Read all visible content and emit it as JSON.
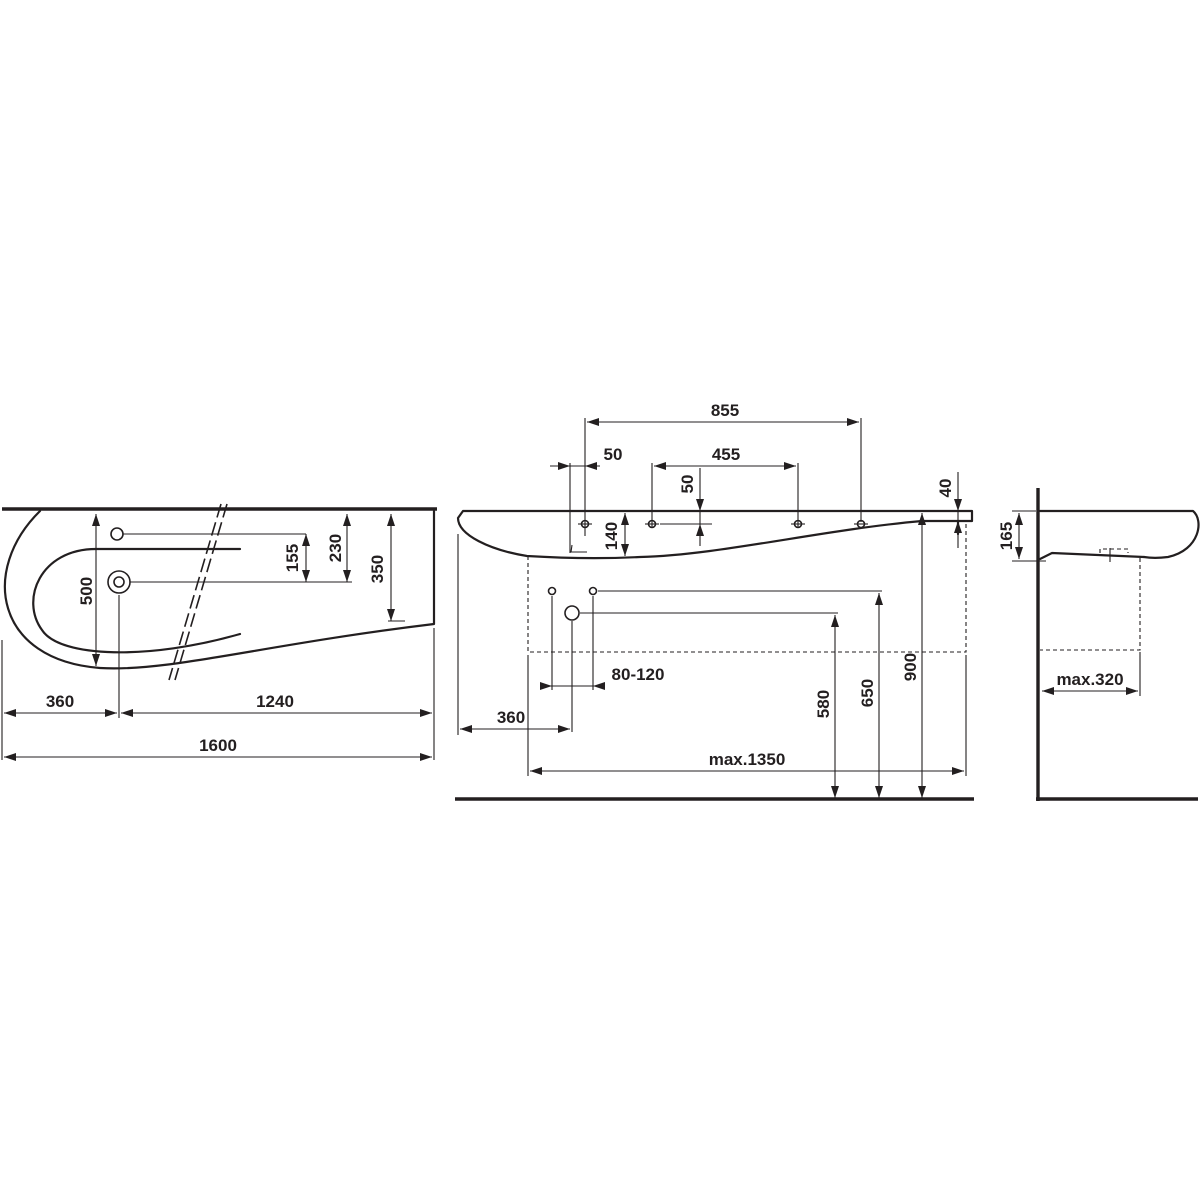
{
  "views": {
    "plan": {
      "dims": {
        "d500": "500",
        "d155": "155",
        "d230": "230",
        "d350": "350",
        "d360": "360",
        "d1240": "1240",
        "d1600": "1600"
      }
    },
    "front": {
      "dims": {
        "d855": "855",
        "d50a": "50",
        "d455": "455",
        "d50b": "50",
        "d40": "40",
        "d140": "140",
        "d80_120": "80-120",
        "d360": "360",
        "d580": "580",
        "d650": "650",
        "d900": "900",
        "dmax1350": "max.1350"
      }
    },
    "side": {
      "dims": {
        "d165": "165",
        "dmax320": "max.320"
      }
    }
  },
  "colors": {
    "ink": "#231f20",
    "background": "#ffffff"
  }
}
